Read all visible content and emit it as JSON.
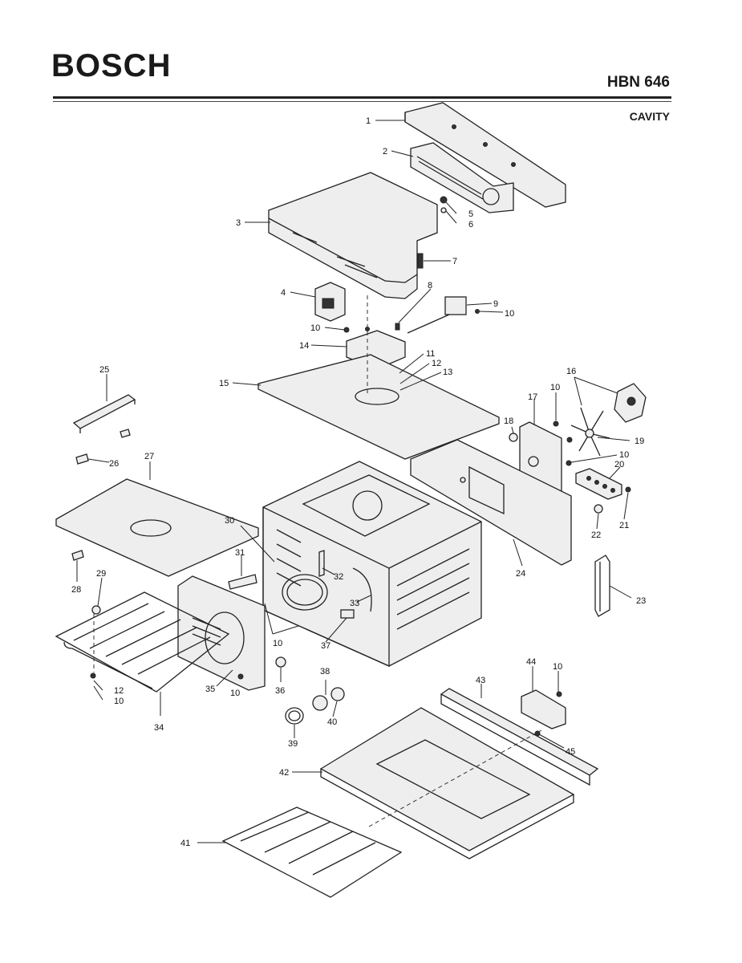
{
  "header": {
    "brand": "BOSCH",
    "model": "HBN 646",
    "section": "CAVITY"
  },
  "callouts": [
    "1",
    "2",
    "3",
    "4",
    "5",
    "6",
    "7",
    "8",
    "9",
    "10",
    "11",
    "12",
    "13",
    "14",
    "15",
    "16",
    "17",
    "18",
    "19",
    "20",
    "21",
    "22",
    "23",
    "24",
    "25",
    "26",
    "27",
    "28",
    "29",
    "30",
    "31",
    "32",
    "33",
    "34",
    "35",
    "36",
    "37",
    "38",
    "39",
    "40",
    "41",
    "42",
    "43",
    "44",
    "45"
  ]
}
